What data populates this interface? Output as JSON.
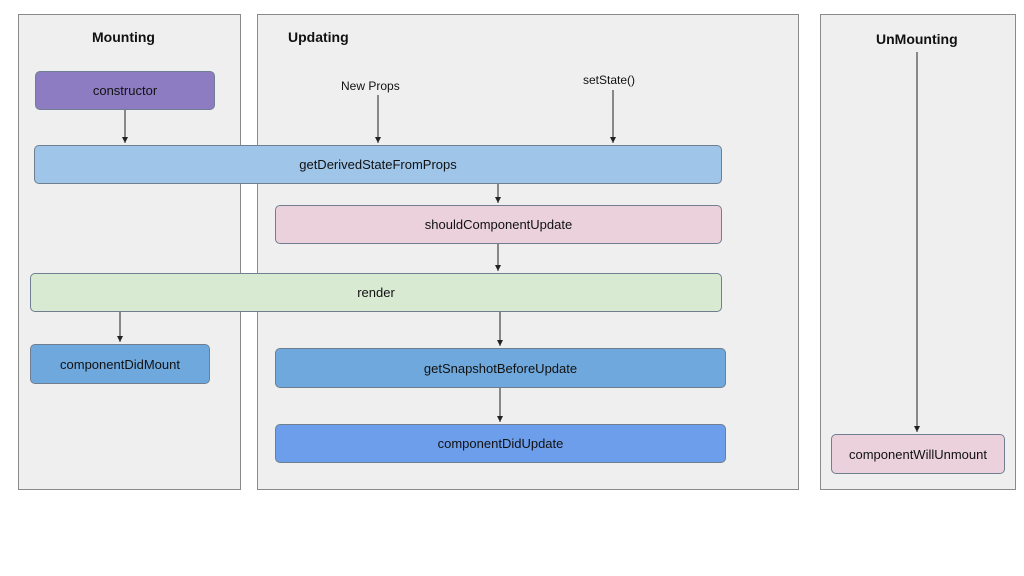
{
  "phases": {
    "mounting": {
      "title": "Mounting"
    },
    "updating": {
      "title": "Updating"
    },
    "unmounting": {
      "title": "UnMounting"
    }
  },
  "triggers": {
    "new_props": "New Props",
    "set_state": "setState()"
  },
  "nodes": {
    "constructor": "constructor",
    "get_derived_state_from_props": "getDerivedStateFromProps",
    "should_component_update": "shouldComponentUpdate",
    "render": "render",
    "component_did_mount": "componentDidMount",
    "get_snapshot_before_update": "getSnapshotBeforeUpdate",
    "component_did_update": "componentDidUpdate",
    "component_will_unmount": "componentWillUnmount"
  },
  "colors": {
    "purple": "#8e7cc3",
    "light_blue": "#9fc5e8",
    "pink": "#ead1dc",
    "green": "#d9ead3",
    "mid_blue": "#6fa8dc",
    "blue": "#6d9eeb"
  }
}
